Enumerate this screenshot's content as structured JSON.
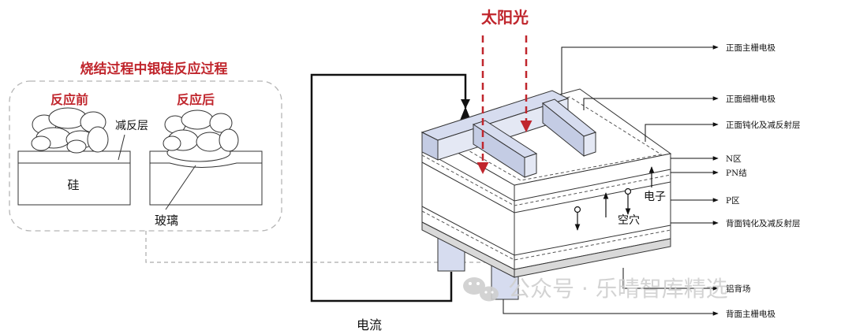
{
  "sintering": {
    "title": "烧结过程中银硅反应过程",
    "before": "反应前",
    "after": "反应后",
    "ar_layer": "减反层",
    "silicon": "硅",
    "glass": "玻璃"
  },
  "cell": {
    "sunlight": "太阳光",
    "current": "电流",
    "electron": "电子",
    "hole": "空穴"
  },
  "labels": {
    "front_busbar": "正面主栅电极",
    "front_finger": "正面细栅电极",
    "front_passivation": "正面钝化及减反射层",
    "n_region": "N区",
    "pn_junction": "PN结",
    "p_region": "P区",
    "back_passivation": "背面钝化及减反射层",
    "aluminum_bsf": "铝背场",
    "back_busbar": "背面主栅电极"
  },
  "watermark": {
    "text": "公众号 · 乐晴智库精选"
  },
  "colors": {
    "accent_red": "#c0262d",
    "electrode_fill": "#d6dcef",
    "back_layer": "#d9d9d9"
  }
}
